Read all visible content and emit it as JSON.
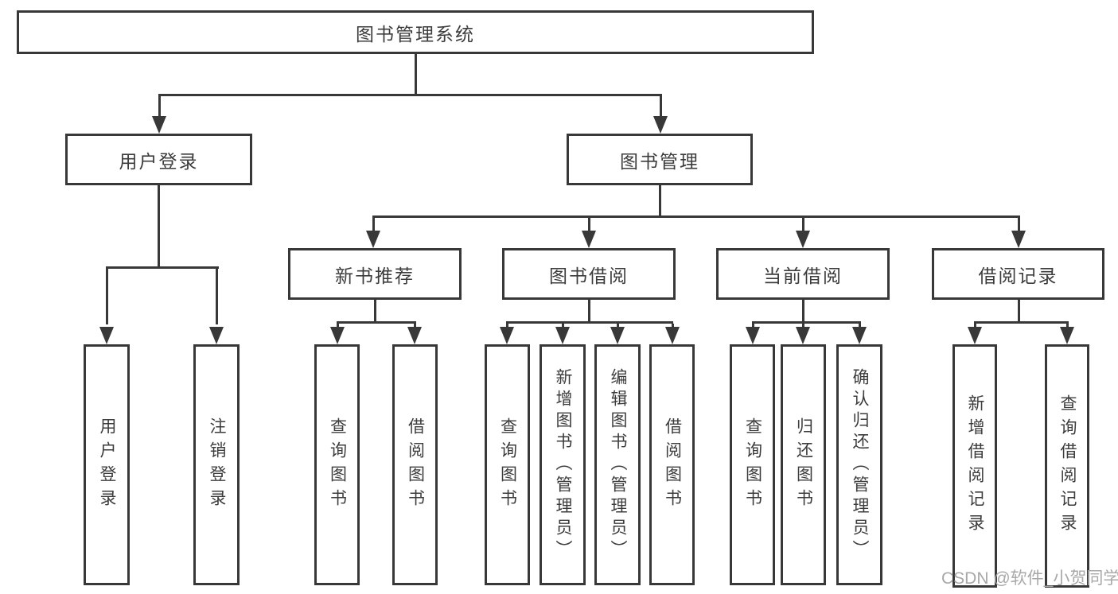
{
  "diagram": {
    "root": {
      "label": "图书管理系统"
    },
    "children": [
      {
        "label": "用户登录",
        "children": [
          {
            "label": "用户登录"
          },
          {
            "label": "注销登录"
          }
        ]
      },
      {
        "label": "图书管理",
        "children": [
          {
            "label": "新书推荐",
            "children": [
              {
                "label": "查询图书"
              },
              {
                "label": "借阅图书"
              }
            ]
          },
          {
            "label": "图书借阅",
            "children": [
              {
                "label": "查询图书"
              },
              {
                "label": "新增图书（管理员）"
              },
              {
                "label": "编辑图书（管理员）"
              },
              {
                "label": "借阅图书"
              }
            ]
          },
          {
            "label": "当前借阅",
            "children": [
              {
                "label": "查询图书"
              },
              {
                "label": "归还图书"
              },
              {
                "label": "确认归还（管理员）"
              }
            ]
          },
          {
            "label": "借阅记录",
            "children": [
              {
                "label": "新增借阅记录"
              },
              {
                "label": "查询借阅记录"
              }
            ]
          }
        ]
      }
    ]
  },
  "watermark": "CSDN @软件_小贺同学",
  "colors": {
    "line": "#383838",
    "text": "#3c3c3c",
    "watermark": "#a8a8a8",
    "background": "#ffffff"
  }
}
